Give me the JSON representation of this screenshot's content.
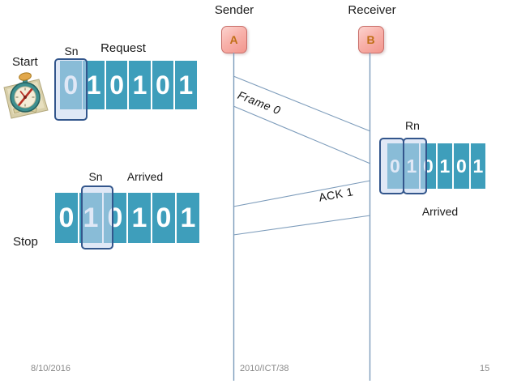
{
  "header": {
    "sender_label": "Sender",
    "receiver_label": "Receiver",
    "sender_node": "A",
    "receiver_node": "B"
  },
  "messages": {
    "frame_label": "Frame 0",
    "ack_label": "ACK 1"
  },
  "timer": {
    "start_label": "Start",
    "stop_label": "Stop"
  },
  "rows": {
    "request": {
      "pointer_label": "Sn",
      "title": "Request",
      "bits": [
        "0",
        "1",
        "0",
        "1",
        "0",
        "1"
      ],
      "highlighted_bit_index": 0
    },
    "arrived_sender": {
      "pointer_label": "Sn",
      "title": "Arrived",
      "bits": [
        "0",
        "1",
        "0",
        "1",
        "0",
        "1"
      ],
      "highlighted_bit_index": 1
    },
    "arrived_receiver": {
      "pointer_label": "Rn",
      "title": "Arrived",
      "bits": [
        "0",
        "1",
        "0",
        "1",
        "0",
        "1"
      ],
      "highlighted_bit_indices": [
        0,
        1
      ]
    }
  },
  "footer": {
    "date": "8/10/2016",
    "doc_id": "2010/ICT/38",
    "page_number": "15"
  },
  "colors": {
    "bit_cell_teal": "#3e9ebb",
    "highlight_fill": "#c7d5ee",
    "highlight_border": "#33568c",
    "node_fill": "#f8b2ab",
    "node_border": "#c9706b",
    "node_letter": "#bf6e15",
    "wire_blue": "#7d9cbb",
    "footer_gray": "#8a8a8a"
  }
}
